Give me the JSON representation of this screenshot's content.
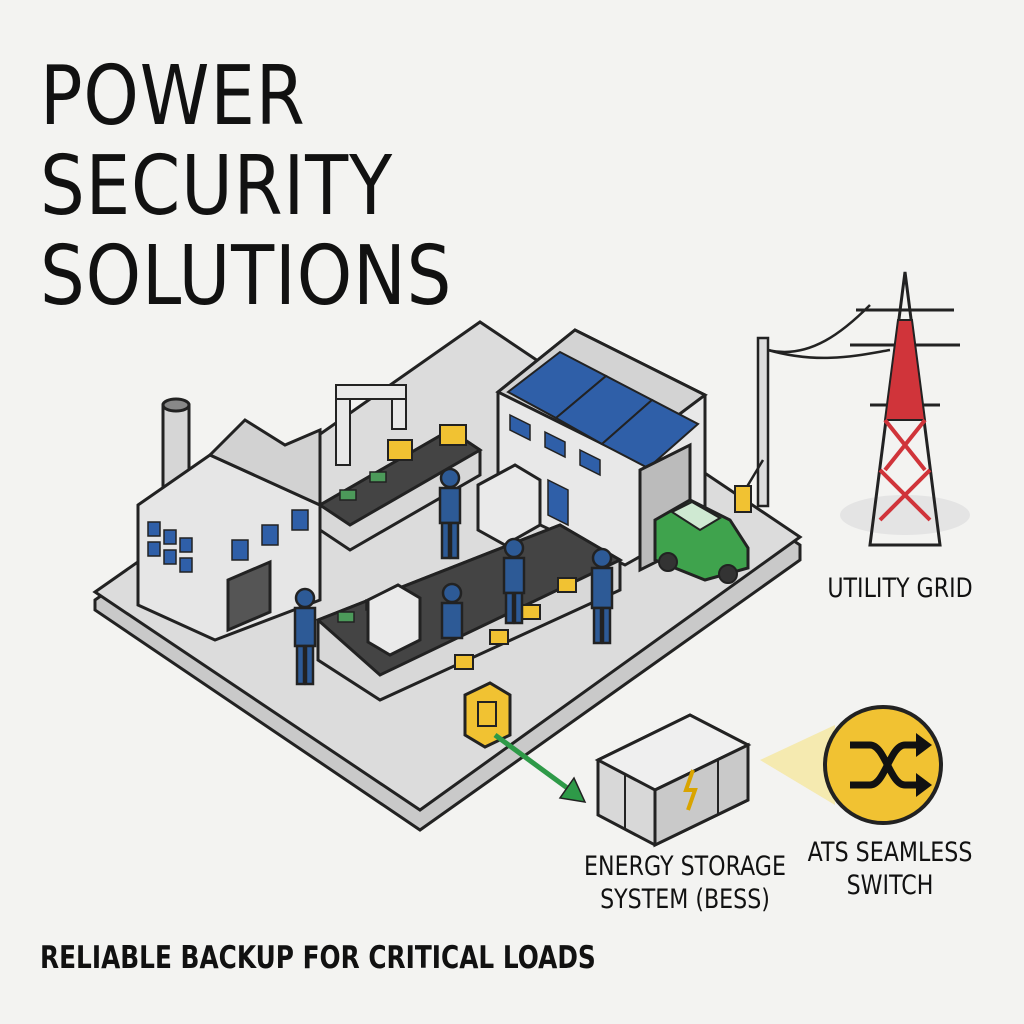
{
  "title": {
    "line1": "POWER SECURITY",
    "line2": "SOLUTIONS"
  },
  "labels": {
    "utility_grid": "UTILITY GRID",
    "bess_line1": "ENERGY STORAGE",
    "bess_line2": "SYSTEM (BESS)",
    "ats_line1": "ATS SEAMLESS",
    "ats_line2": "SWITCH"
  },
  "footer": "RELIABLE BACKUP FOR CRITICAL LOADS",
  "colors": {
    "background": "#f3f3f1",
    "worker_blue": "#2d5a96",
    "solar_blue": "#2f5fa8",
    "accent_yellow": "#f1c232",
    "tower_red": "#d0343a",
    "car_green": "#3fa34d",
    "arrow_green": "#2e9a48"
  },
  "icons": [
    "factory-icon",
    "solar-panel-icon",
    "transmission-tower-icon",
    "battery-cabinet-icon",
    "shuffle-switch-icon",
    "electric-car-icon"
  ]
}
